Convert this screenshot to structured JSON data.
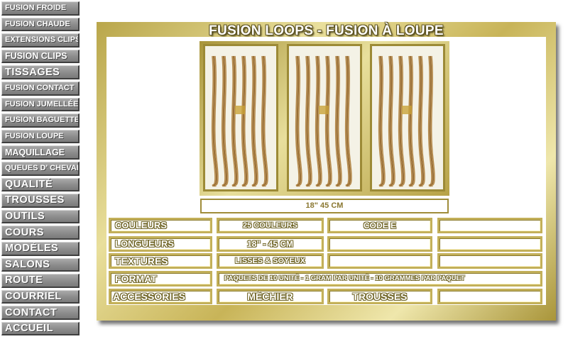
{
  "nav": [
    {
      "label": "FUSION FROIDE",
      "size": "s"
    },
    {
      "label": "FUSION CHAUDE",
      "size": "s"
    },
    {
      "label": "EXTENSIONS CLIPS",
      "size": "s"
    },
    {
      "label": "FUSION CLIPS",
      "size": "m"
    },
    {
      "label": "TISSAGES",
      "size": "l"
    },
    {
      "label": "FUSION CONTACT",
      "size": "s"
    },
    {
      "label": "FUSION JUMELLÉE",
      "size": "s"
    },
    {
      "label": "FUSION BAGUETTE",
      "size": "s"
    },
    {
      "label": "FUSION LOUPE",
      "size": "s"
    },
    {
      "label": "MAQUILLAGE",
      "size": "m"
    },
    {
      "label": "QUEUES D' CHEVAL",
      "size": "s"
    },
    {
      "label": "QUALITÉ",
      "size": "l"
    },
    {
      "label": "TROUSSES",
      "size": "l"
    },
    {
      "label": "OUTILS",
      "size": "l"
    },
    {
      "label": "COURS",
      "size": "l"
    },
    {
      "label": "MODÈLES",
      "size": "l"
    },
    {
      "label": "SALONS",
      "size": "l"
    },
    {
      "label": "ROUTE",
      "size": "l"
    },
    {
      "label": "COURRIEL",
      "size": "l"
    },
    {
      "label": "CONTACT",
      "size": "l"
    },
    {
      "label": "ACCUEIL",
      "size": "l"
    }
  ],
  "panel": {
    "title": "FUSION LOOPS - FUSION À LOUPE",
    "size_text": "18\"    45 CM"
  },
  "rows": {
    "couleurs": {
      "label": "COULEURS",
      "value": "25 COULEURS",
      "code": "CODE  E"
    },
    "longueurs": {
      "label": "LONGUEURS",
      "value": "18\"   -   45 CM"
    },
    "textures": {
      "label": "TEXTURES",
      "value": "LISSES & SOYEUX"
    },
    "format": {
      "label": "FORMAT",
      "value": "PAQUETS DE  10 UNITÉ   -   1 GRAM PAR UNITÉ - 10 GRAMMES PAR PAQUET"
    },
    "accessories": {
      "label": "ACCESSORIES",
      "item1": "MÉCHIER",
      "item2": "TROUSSES"
    }
  },
  "colors": {
    "gold": "#c3b05a",
    "nav_grey": "#8c8c8c",
    "hair": "#b58a4c"
  }
}
